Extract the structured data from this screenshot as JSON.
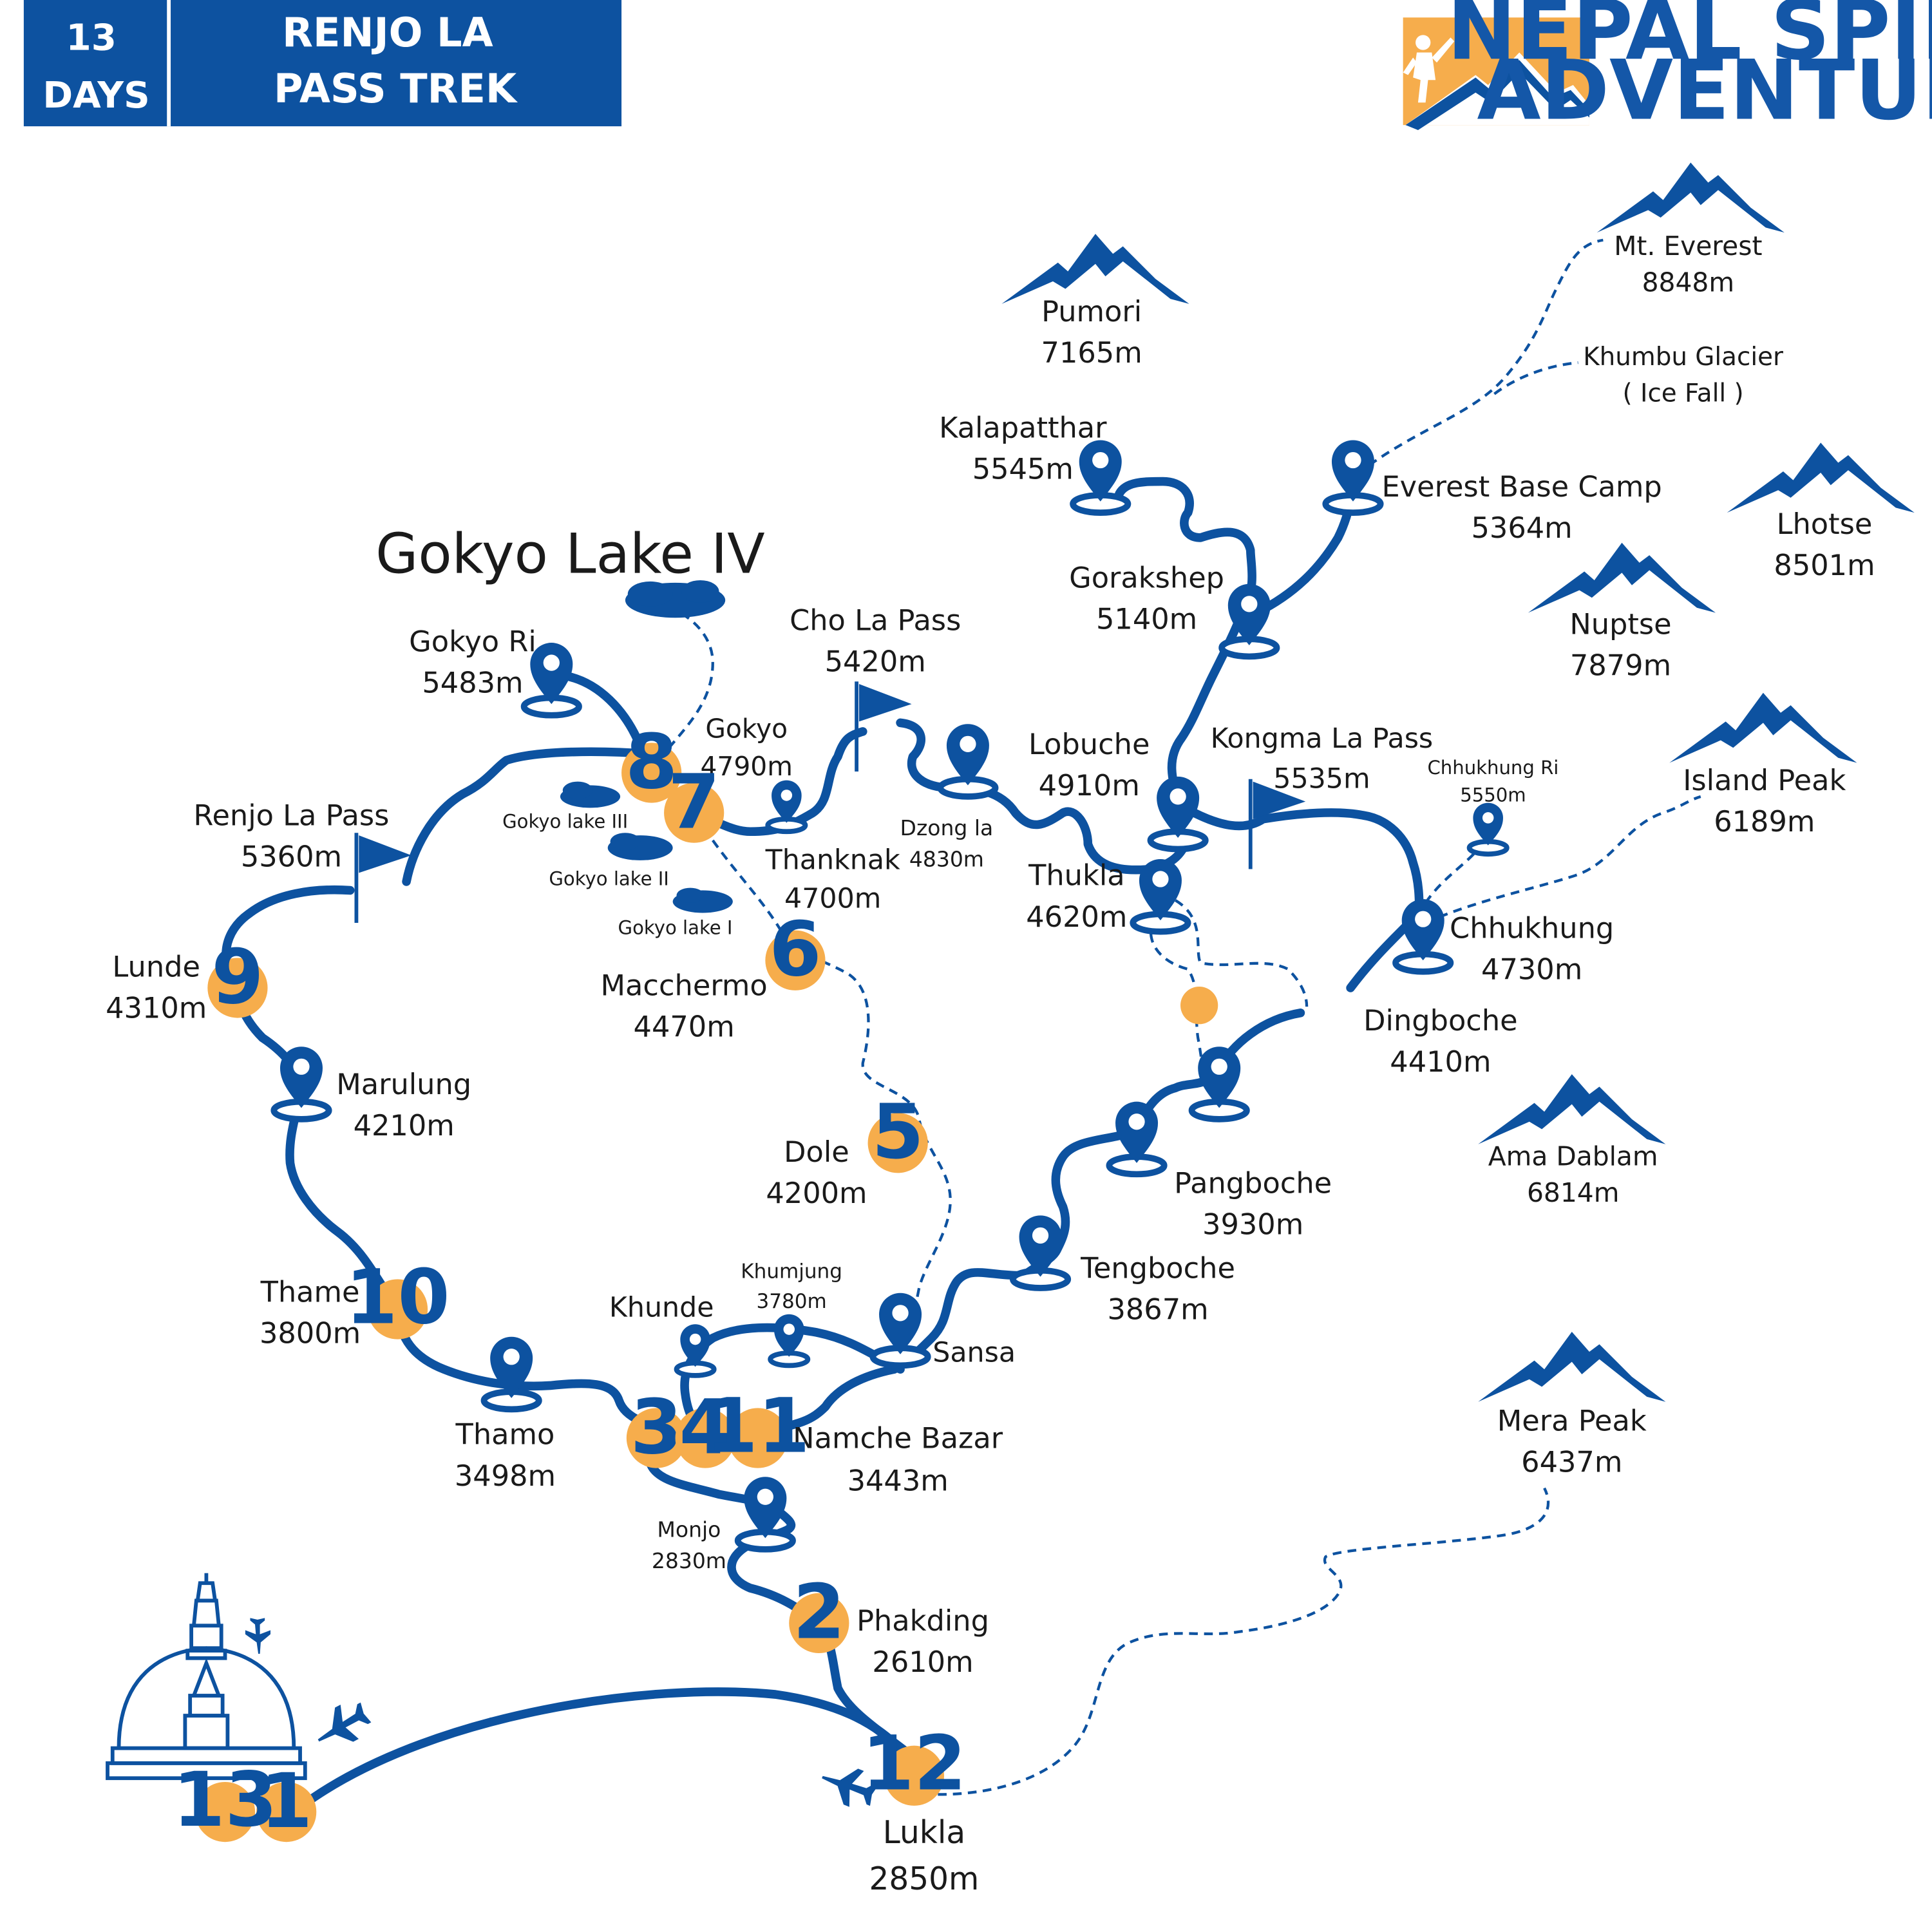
{
  "colors": {
    "route": "#0d52a0",
    "day_marker": "#f6ad4c",
    "day_text": "#0d52a0",
    "header_bg": "#0d52a0",
    "brand_text": "#1457a8",
    "logo_bg": "#f6ad4c",
    "lake": "#0d52a0"
  },
  "header": {
    "days_number": "13",
    "days_label": "DAYS",
    "title_line1": "RENJO LA",
    "title_line2": "PASS TREK"
  },
  "brand": {
    "line1": "NEPAL SPIRIT",
    "line2": "ADVENTURE",
    "logo_icon": "hiker-mountain-icon"
  },
  "mountains": [
    {
      "name": "Mt. Everest",
      "alt": "8848m"
    },
    {
      "name": "Pumori",
      "alt": "7165m"
    },
    {
      "name": "Lhotse",
      "alt": "8501m"
    },
    {
      "name": "Nuptse",
      "alt": "7879m"
    },
    {
      "name": "Island Peak",
      "alt": "6189m"
    },
    {
      "name": "Ama Dablam",
      "alt": "6814m"
    },
    {
      "name": "Mera Peak",
      "alt": "6437m"
    }
  ],
  "landmarks": {
    "khumbu_glacier": {
      "line1": "Khumbu Glacier",
      "line2": "( Ice Fall )"
    }
  },
  "lakes": [
    {
      "name": "Gokyo Lake IV"
    },
    {
      "name": "Gokyo lake III"
    },
    {
      "name": "Gokyo lake II"
    },
    {
      "name": "Gokyo lake I"
    }
  ],
  "passes": [
    {
      "name": "Renjo La Pass",
      "alt": "5360m"
    },
    {
      "name": "Cho La Pass",
      "alt": "5420m"
    },
    {
      "name": "Kongma La Pass",
      "alt": "5535m"
    }
  ],
  "places": [
    {
      "name": "Kalapatthar",
      "alt": "5545m"
    },
    {
      "name": "Everest Base Camp",
      "alt": "5364m"
    },
    {
      "name": "Gorakshep",
      "alt": "5140m"
    },
    {
      "name": "Lobuche",
      "alt": "4910m"
    },
    {
      "name": "Thukla",
      "alt": "4620m"
    },
    {
      "name": "Chhukhung Ri",
      "alt": "5550m"
    },
    {
      "name": "Chhukhung",
      "alt": "4730m"
    },
    {
      "name": "Dingboche",
      "alt": "4410m"
    },
    {
      "name": "Pangboche",
      "alt": "3930m"
    },
    {
      "name": "Tengboche",
      "alt": "3867m"
    },
    {
      "name": "Sansa",
      "alt": ""
    },
    {
      "name": "Khumjung",
      "alt": "3780m"
    },
    {
      "name": "Khunde",
      "alt": ""
    },
    {
      "name": "Namche Bazar",
      "alt": "3443m"
    },
    {
      "name": "Monjo",
      "alt": "2830m"
    },
    {
      "name": "Phakding",
      "alt": "2610m"
    },
    {
      "name": "Lukla",
      "alt": "2850m"
    },
    {
      "name": "Thamo",
      "alt": "3498m"
    },
    {
      "name": "Thame",
      "alt": "3800m"
    },
    {
      "name": "Marulung",
      "alt": "4210m"
    },
    {
      "name": "Lunde",
      "alt": "4310m"
    },
    {
      "name": "Gokyo Ri",
      "alt": "5483m"
    },
    {
      "name": "Gokyo",
      "alt": "4790m"
    },
    {
      "name": "Thanknak",
      "alt": "4700m"
    },
    {
      "name": "Dzong la",
      "alt": "4830m"
    },
    {
      "name": "Macchermo",
      "alt": "4470m"
    },
    {
      "name": "Dole",
      "alt": "4200m"
    }
  ],
  "day_markers": [
    "1",
    "2",
    "3",
    "4",
    "5",
    "6",
    "7",
    "8",
    "9",
    "10",
    "11",
    "12",
    "13"
  ]
}
